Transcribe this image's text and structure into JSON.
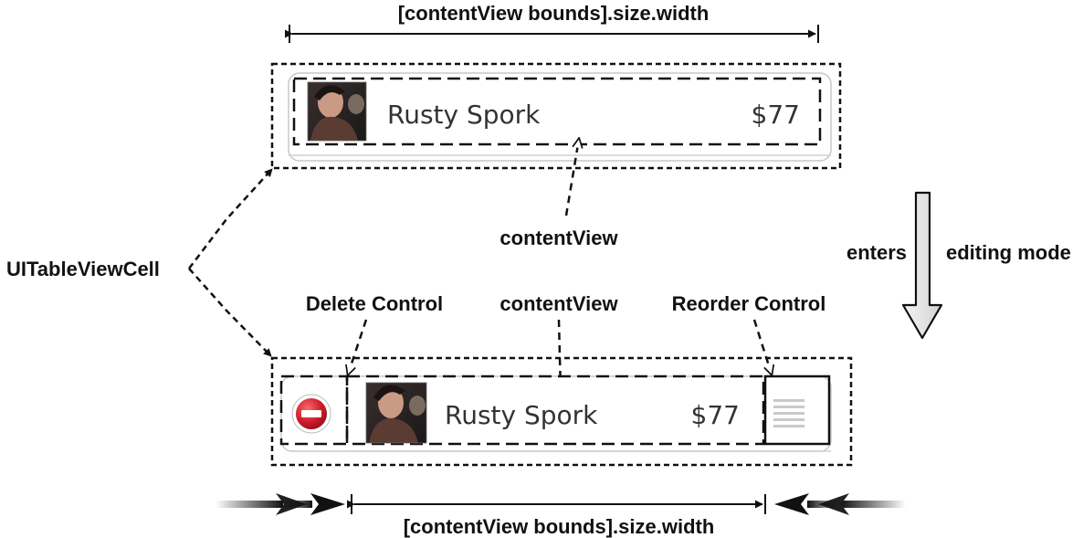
{
  "top_width_label": "[contentView bounds].size.width",
  "bottom_width_label": "[contentView bounds].size.width",
  "cell_label": "UITableViewCell",
  "content_view_label_top": "contentView",
  "content_view_label_bottom": "contentView",
  "delete_control_label": "Delete Control",
  "reorder_control_label": "Reorder Control",
  "mode_label_left": "enters",
  "mode_label_right": "editing mode",
  "row_normal": {
    "name": "Rusty Spork",
    "price": "$77"
  },
  "row_editing": {
    "name": "Rusty Spork",
    "price": "$77"
  },
  "icons": {
    "thumbnail": "photo-thumbnail-icon",
    "delete": "delete-minus-icon",
    "reorder": "reorder-grip-icon"
  },
  "colors": {
    "delete_red": "#c8102e",
    "outline": "#111111",
    "cell_border": "#c8c8c8"
  }
}
